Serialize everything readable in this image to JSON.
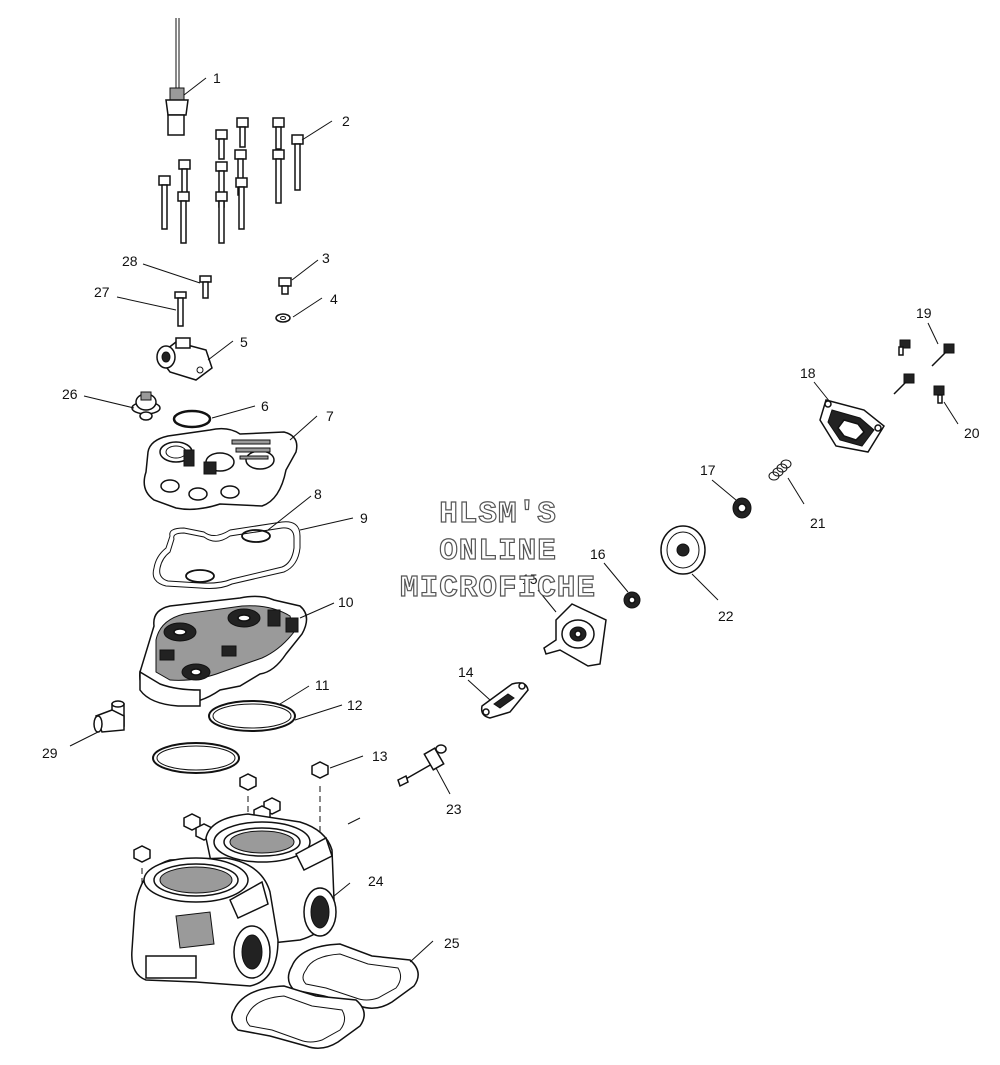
{
  "watermark": {
    "line1": "HLSM'S",
    "line2": "ONLINE",
    "line3": "MICROFICHE"
  },
  "callouts": [
    "1",
    "2",
    "3",
    "4",
    "5",
    "6",
    "7",
    "8",
    "9",
    "10",
    "11",
    "12",
    "13",
    "14",
    "15",
    "16",
    "17",
    "18",
    "19",
    "20",
    "21",
    "22",
    "23",
    "24",
    "25",
    "26",
    "27",
    "28",
    "29"
  ]
}
